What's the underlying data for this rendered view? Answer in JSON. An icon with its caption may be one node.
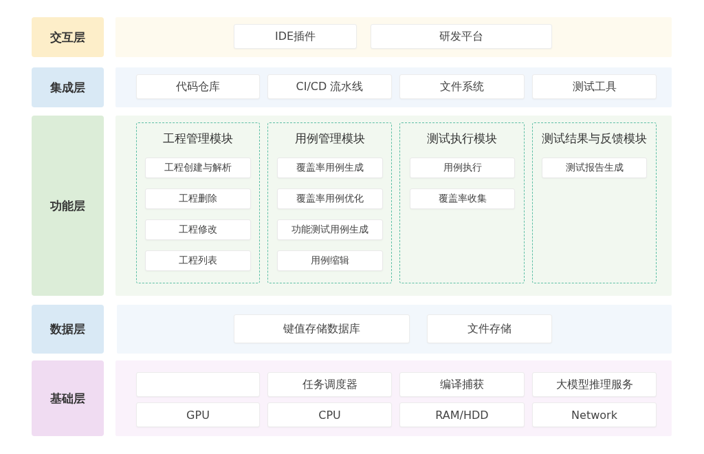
{
  "diagram": {
    "nodes": [
      {
        "text": [
          "交互层"
        ]
      },
      {
        "text": [],
        "shape": "band"
      },
      {
        "text": [
          "IDE插件"
        ],
        "in": 1
      },
      {
        "text": [
          "研发平台"
        ],
        "in": 1
      },
      {
        "text": [
          "集成层"
        ]
      },
      {
        "text": [],
        "shape": "band"
      },
      {
        "text": [
          "代码仓库"
        ],
        "in": 5
      },
      {
        "text": [
          "CI/CD 流水线"
        ],
        "in": 5
      },
      {
        "text": [
          "文件系统"
        ],
        "in": 5
      },
      {
        "text": [
          "测试工具"
        ],
        "in": 5
      },
      {
        "text": [
          "功能层"
        ]
      },
      {
        "text": [],
        "shape": "band"
      },
      {
        "text": [
          "工程管理模块"
        ],
        "in": 11
      },
      {
        "text": [
          "工程创建与解析"
        ],
        "in": 12
      },
      {
        "text": [
          "工程删除"
        ],
        "in": 12
      },
      {
        "text": [
          "工程修改"
        ],
        "in": 12
      },
      {
        "text": [
          "工程列表"
        ],
        "in": 12
      },
      {
        "text": [
          "用例管理模块"
        ],
        "in": 11
      },
      {
        "text": [
          "覆盖率用例生成"
        ],
        "in": 17
      },
      {
        "text": [
          "覆盖率用例优化"
        ],
        "in": 17
      },
      {
        "text": [
          "功能测试用例生成"
        ],
        "in": 17
      },
      {
        "text": [
          "用例缩辑"
        ],
        "in": 17
      },
      {
        "text": [
          "测试执行模块"
        ],
        "in": 11
      },
      {
        "text": [
          "用例执行"
        ],
        "in": 22
      },
      {
        "text": [
          "覆盖率收集"
        ],
        "in": 22
      },
      {
        "text": [
          "测试结果与反馈模块"
        ],
        "in": 11
      },
      {
        "text": [
          "测试报告生成"
        ],
        "in": 25
      },
      {
        "text": [
          "数据层"
        ]
      },
      {
        "text": [],
        "shape": "band"
      },
      {
        "text": [
          "键值存储数据库"
        ],
        "in": 28
      },
      {
        "text": [
          "文件存储"
        ],
        "in": 28
      },
      {
        "text": [
          "基础层"
        ]
      },
      {
        "text": [],
        "shape": "band"
      },
      {
        "text": [],
        "shape": "box",
        "in": 32
      },
      {
        "text": [
          "任务调度器"
        ],
        "in": 32
      },
      {
        "text": [
          "编译捕获"
        ],
        "in": 32
      },
      {
        "text": [
          "大模型推理服务"
        ],
        "in": 32
      },
      {
        "text": [
          "GPU"
        ],
        "in": 32
      },
      {
        "text": [
          "CPU"
        ],
        "in": 32
      },
      {
        "text": [
          "RAM/HDD"
        ],
        "in": 32
      },
      {
        "text": [
          "Network"
        ],
        "in": 32
      }
    ]
  }
}
